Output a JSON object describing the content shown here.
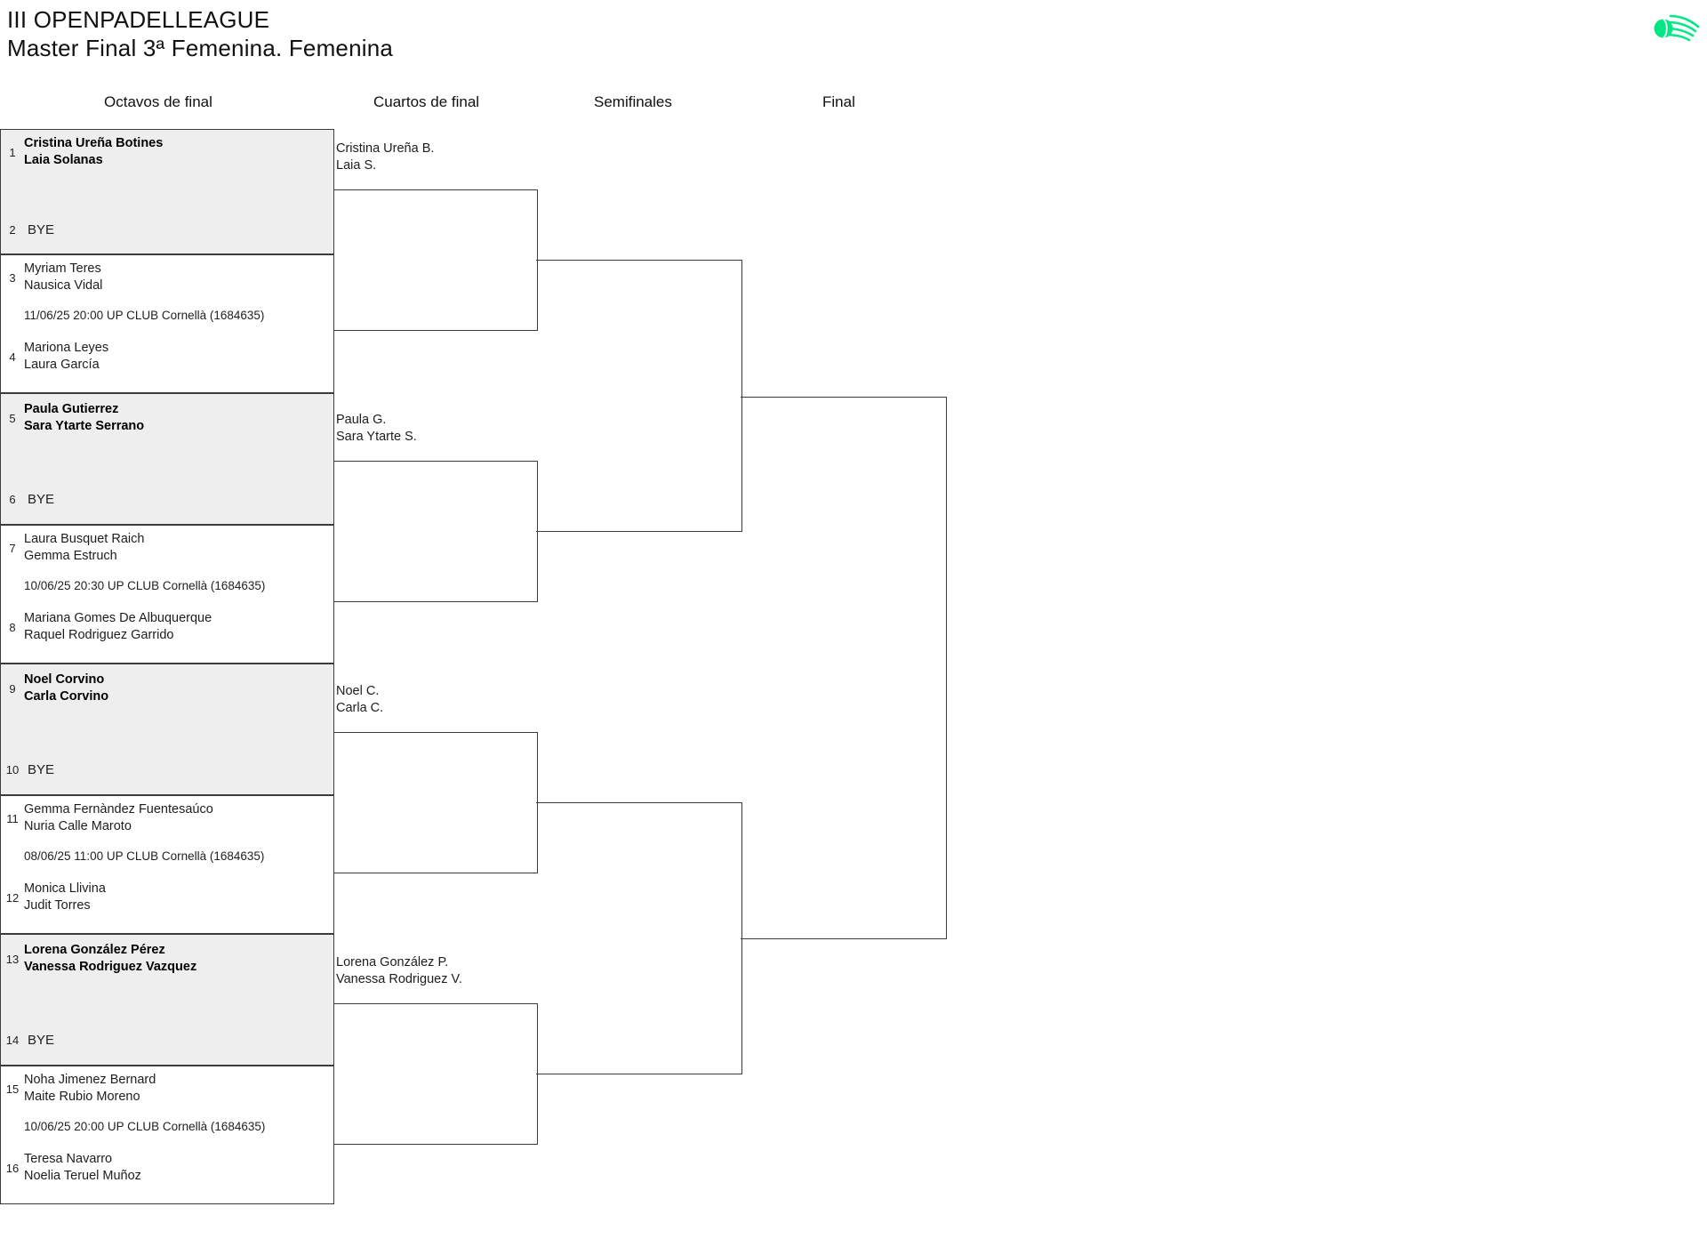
{
  "header": {
    "title_line1": "III OPENPADELLEAGUE",
    "title_line2": "Master Final 3ª Femenina. Femenina",
    "logo_name": "padel-ball-logo",
    "logo_color": "#00e886"
  },
  "rounds": [
    {
      "label": "Octavos de final"
    },
    {
      "label": "Cuartos de final"
    },
    {
      "label": "Semifinales"
    },
    {
      "label": "Final"
    }
  ],
  "round_of_16": [
    {
      "shaded": true,
      "top_seed": "1",
      "top_player1": "Cristina Ureña Botines",
      "top_player2": "Laia Solanas",
      "top_bold": true,
      "match_info": "",
      "bottom_seed": "2",
      "bottom_bye": "BYE"
    },
    {
      "shaded": false,
      "top_seed": "3",
      "top_player1": "Myriam Teres",
      "top_player2": "Nausica Vidal",
      "top_bold": false,
      "match_info": "11/06/25 20:00 UP CLUB Cornellà (1684635)",
      "bottom_seed": "4",
      "bottom_player1": "Mariona Leyes",
      "bottom_player2": "Laura García"
    },
    {
      "shaded": true,
      "top_seed": "5",
      "top_player1": "Paula Gutierrez",
      "top_player2": "Sara Ytarte Serrano",
      "top_bold": true,
      "match_info": "",
      "bottom_seed": "6",
      "bottom_bye": "BYE"
    },
    {
      "shaded": false,
      "top_seed": "7",
      "top_player1": "Laura Busquet Raich",
      "top_player2": "Gemma Estruch",
      "top_bold": false,
      "match_info": "10/06/25 20:30 UP CLUB Cornellà (1684635)",
      "bottom_seed": "8",
      "bottom_player1": "Mariana Gomes De Albuquerque",
      "bottom_player2": "Raquel Rodriguez Garrido"
    },
    {
      "shaded": true,
      "top_seed": "9",
      "top_player1": "Noel Corvino",
      "top_player2": "Carla Corvino",
      "top_bold": true,
      "match_info": "",
      "bottom_seed": "10",
      "bottom_bye": "BYE"
    },
    {
      "shaded": false,
      "top_seed": "11",
      "top_player1": "Gemma Fernàndez Fuentesaúco",
      "top_player2": "Nuria Calle Maroto",
      "top_bold": false,
      "match_info": "08/06/25 11:00 UP CLUB Cornellà (1684635)",
      "bottom_seed": "12",
      "bottom_player1": "Monica Llivina",
      "bottom_player2": "Judit Torres"
    },
    {
      "shaded": true,
      "top_seed": "13",
      "top_player1": "Lorena González Pérez",
      "top_player2": "Vanessa Rodriguez Vazquez",
      "top_bold": true,
      "match_info": "",
      "bottom_seed": "14",
      "bottom_bye": "BYE"
    },
    {
      "shaded": false,
      "top_seed": "15",
      "top_player1": "Noha Jimenez Bernard",
      "top_player2": "Maite Rubio Moreno",
      "top_bold": false,
      "match_info": "10/06/25 20:00 UP CLUB Cornellà (1684635)",
      "bottom_seed": "16",
      "bottom_player1": "Teresa Navarro",
      "bottom_player2": "Noelia Teruel Muñoz"
    }
  ],
  "quarter_finals": [
    {
      "player1": "Cristina Ureña B.",
      "player2": "Laia S."
    },
    {
      "player1": "Paula G.",
      "player2": "Sara Ytarte S."
    },
    {
      "player1": "Noel C.",
      "player2": "Carla C."
    },
    {
      "player1": "Lorena González P.",
      "player2": "Vanessa Rodriguez V."
    }
  ],
  "semi_finals": [
    {
      "player1": "",
      "player2": ""
    },
    {
      "player1": "",
      "player2": ""
    }
  ],
  "final": {
    "player1": "",
    "player2": ""
  },
  "colors": {
    "shaded_row": "#eeeeee",
    "line": "#3b3b3b",
    "text": "#1d1d1d",
    "background": "#ffffff"
  }
}
